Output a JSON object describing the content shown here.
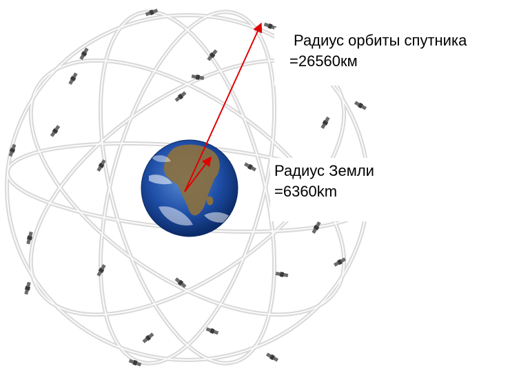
{
  "labels": {
    "orbit_radius": {
      "line1": "Радиус орбиты спутника",
      "line2": "=26560км"
    },
    "earth_radius": {
      "line1": "Радиус Земли",
      "line2": "=6360km"
    }
  },
  "colors": {
    "arrow": "#e00000",
    "orbit": "#d4d4d4",
    "ocean": "#1f4fa8",
    "land": "#8a7040",
    "satellite": "#555555"
  },
  "icons": [
    "earth-globe-icon",
    "satellite-icon"
  ]
}
